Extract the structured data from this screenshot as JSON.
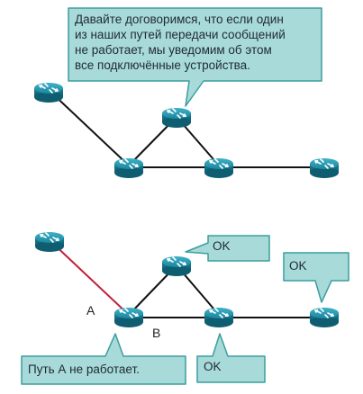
{
  "top_diagram": {
    "note_lines": [
      "Давайте договоримся, что если один",
      "из наших путей передачи сообщений",
      "не работает, мы уведомим об этом",
      "все подключённые устройства."
    ]
  },
  "bottom_diagram": {
    "link_a_label": "A",
    "link_b_label": "B",
    "failure_note": "Путь А не работает.",
    "ok_top": "OK",
    "ok_right": "OK",
    "ok_bottom": "OK"
  },
  "colors": {
    "bubble_fill": "#a8dada",
    "bubble_stroke": "#3a9e9e",
    "router_fill": "#1f8fa6",
    "link": "#111111",
    "failed_link": "#c0213a"
  },
  "icons": {
    "router": "router-icon"
  }
}
